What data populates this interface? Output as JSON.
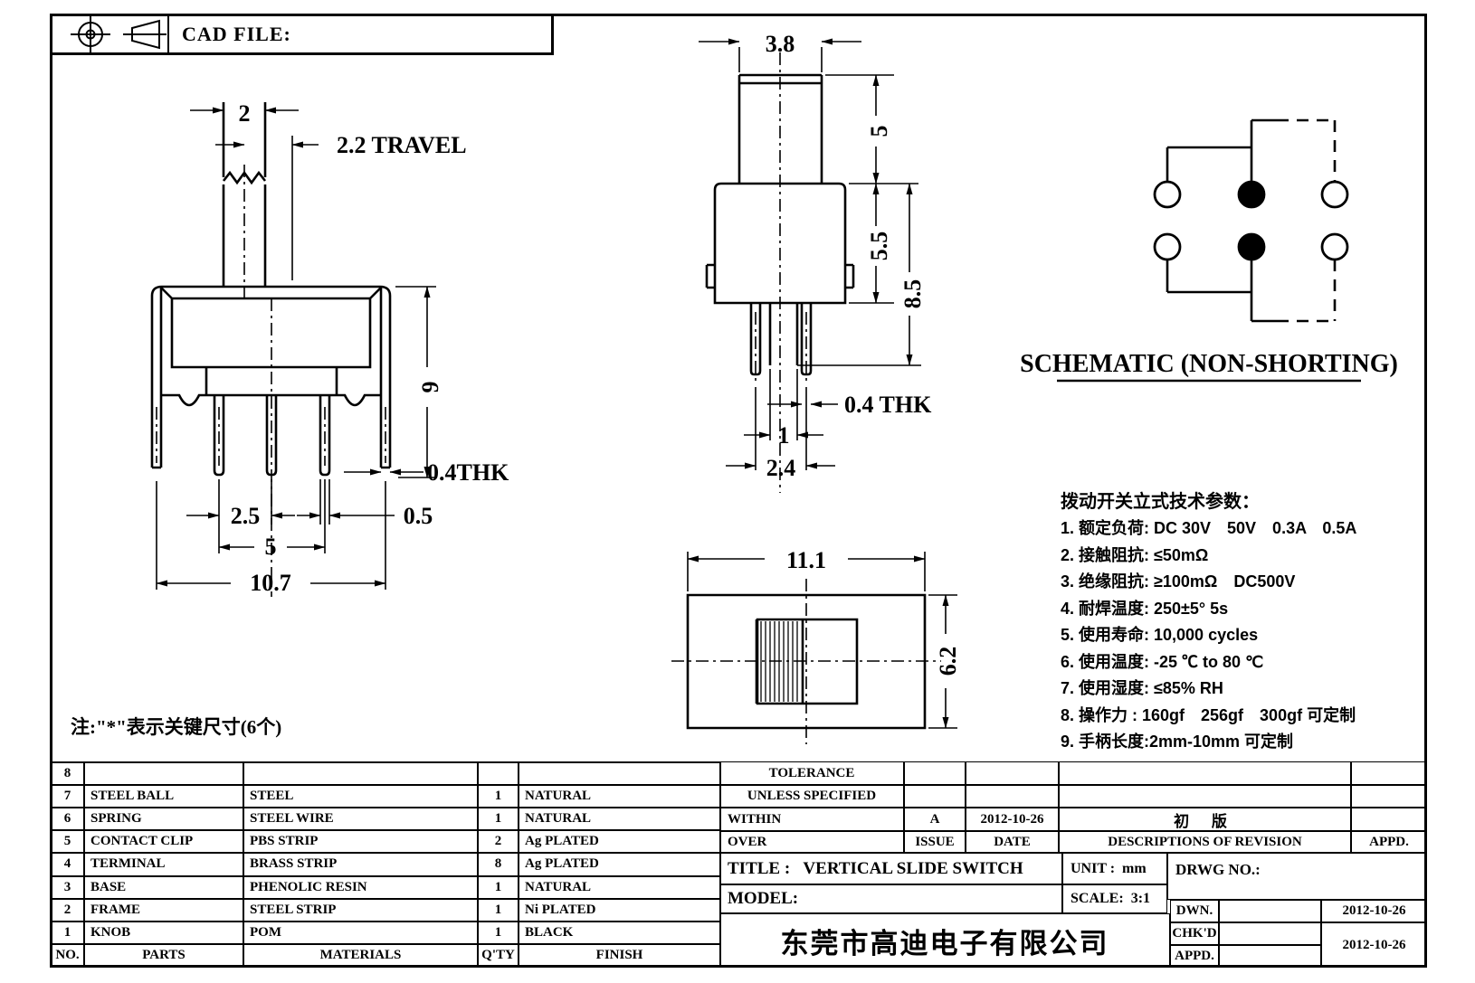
{
  "header": {
    "cad_file_label": "CAD FILE:"
  },
  "front_view": {
    "knob_width": "2",
    "travel": "2.2 TRAVEL",
    "height": "9",
    "leg_thickness": "0.4THK",
    "pin_pitch": "2.5",
    "pin_width": "0.5",
    "pin_span": "5",
    "body_width": "10.7"
  },
  "side_view": {
    "knob_width": "3.8",
    "knob_height": "5",
    "body_height": "5.5",
    "total_height": "8.5",
    "terminal_thickness": "0.4 THK",
    "slot_width": "1",
    "pin_pitch": "2.4"
  },
  "top_view": {
    "width": "11.1",
    "depth": "6.2"
  },
  "schematic": {
    "title": "SCHEMATIC (NON-SHORTING)"
  },
  "note": "注:\"*\"表示关键尺寸(6个)",
  "tech_params": {
    "title": "拨动开关立式技术参数：",
    "items": [
      "1. 额定负荷: DC 30V　50V　0.3A　0.5A",
      "2. 接触阻抗: ≤50mΩ",
      "3. 绝缘阻抗: ≥100mΩ　DC500V",
      "4. 耐焊温度: 250±5°  5s",
      "5. 使用寿命: 10,000 cycles",
      "6. 使用温度: -25 ℃ to 80 ℃",
      "7. 使用湿度: ≤85% RH",
      "8. 操作力 : 160gf　256gf　300gf 可定制",
      "9. 手柄长度:2mm-10mm  可定制"
    ]
  },
  "parts_table": {
    "headers": {
      "no": "NO.",
      "parts": "PARTS",
      "materials": "MATERIALS",
      "qty": "Q'TY",
      "finish": "FINISH"
    },
    "rows": [
      {
        "no": "8",
        "part": "",
        "material": "",
        "qty": "",
        "finish": ""
      },
      {
        "no": "7",
        "part": "STEEL BALL",
        "material": "STEEL",
        "qty": "1",
        "finish": "NATURAL"
      },
      {
        "no": "6",
        "part": "SPRING",
        "material": "STEEL WIRE",
        "qty": "1",
        "finish": "NATURAL"
      },
      {
        "no": "5",
        "part": "CONTACT CLIP",
        "material": "PBS STRIP",
        "qty": "2",
        "finish": "Ag PLATED"
      },
      {
        "no": "4",
        "part": "TERMINAL",
        "material": "BRASS STRIP",
        "qty": "8",
        "finish": "Ag PLATED"
      },
      {
        "no": "3",
        "part": "BASE",
        "material": "PHENOLIC RESIN",
        "qty": "1",
        "finish": "NATURAL"
      },
      {
        "no": "2",
        "part": "FRAME",
        "material": "STEEL STRIP",
        "qty": "1",
        "finish": "Ni PLATED"
      },
      {
        "no": "1",
        "part": "KNOB",
        "material": "POM",
        "qty": "1",
        "finish": "BLACK"
      }
    ]
  },
  "title_block": {
    "tolerance_label": "TOLERANCE",
    "unless_label": "UNLESS  SPECIFIED",
    "within_label": "WITHIN",
    "over_label": "OVER",
    "issue_label": "ISSUE",
    "date_label": "DATE",
    "descriptions_label": "DESCRIPTIONS OF REVISION",
    "appd_label": "APPD.",
    "revision": {
      "issue": "A",
      "date": "2012-10-26",
      "description": "初  版"
    },
    "title_label": "TITLE :",
    "title_value": "VERTICAL SLIDE SWITCH",
    "unit_label": "UNIT :",
    "unit_value": "mm",
    "drwg_label": "DRWG NO.:",
    "model_label": "MODEL:",
    "scale_label": "SCALE:",
    "scale_value": "3:1",
    "company": "东莞市高迪电子有限公司",
    "dwn_label": "DWN.",
    "dwn_date": "2012-10-26",
    "chkd_label": "CHK'D",
    "appd_row_label": "APPD.",
    "chkd_date": "2012-10-26"
  }
}
